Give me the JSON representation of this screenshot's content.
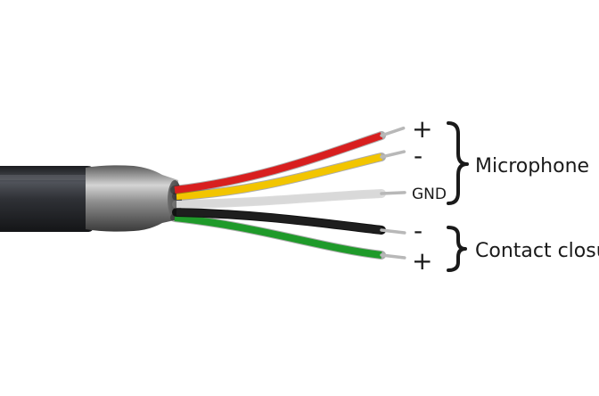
{
  "wires": [
    {
      "color": "red",
      "hex": "#d81f1f",
      "label": "+"
    },
    {
      "color": "yellow",
      "hex": "#f2c500",
      "label": "-"
    },
    {
      "color": "white",
      "hex": "#d9d9d9",
      "label": "GND"
    },
    {
      "color": "black",
      "hex": "#1e1e1e",
      "label": "-"
    },
    {
      "color": "green",
      "hex": "#1f9a2a",
      "label": "+"
    }
  ],
  "groups": [
    {
      "label": "Microphone"
    },
    {
      "label": "Contact closure"
    }
  ],
  "colors": {
    "jacket": "#2d2f33",
    "shield": "#8a8a8a",
    "conductor": "#b8b8b8",
    "bracket": "#1a1a1a"
  }
}
